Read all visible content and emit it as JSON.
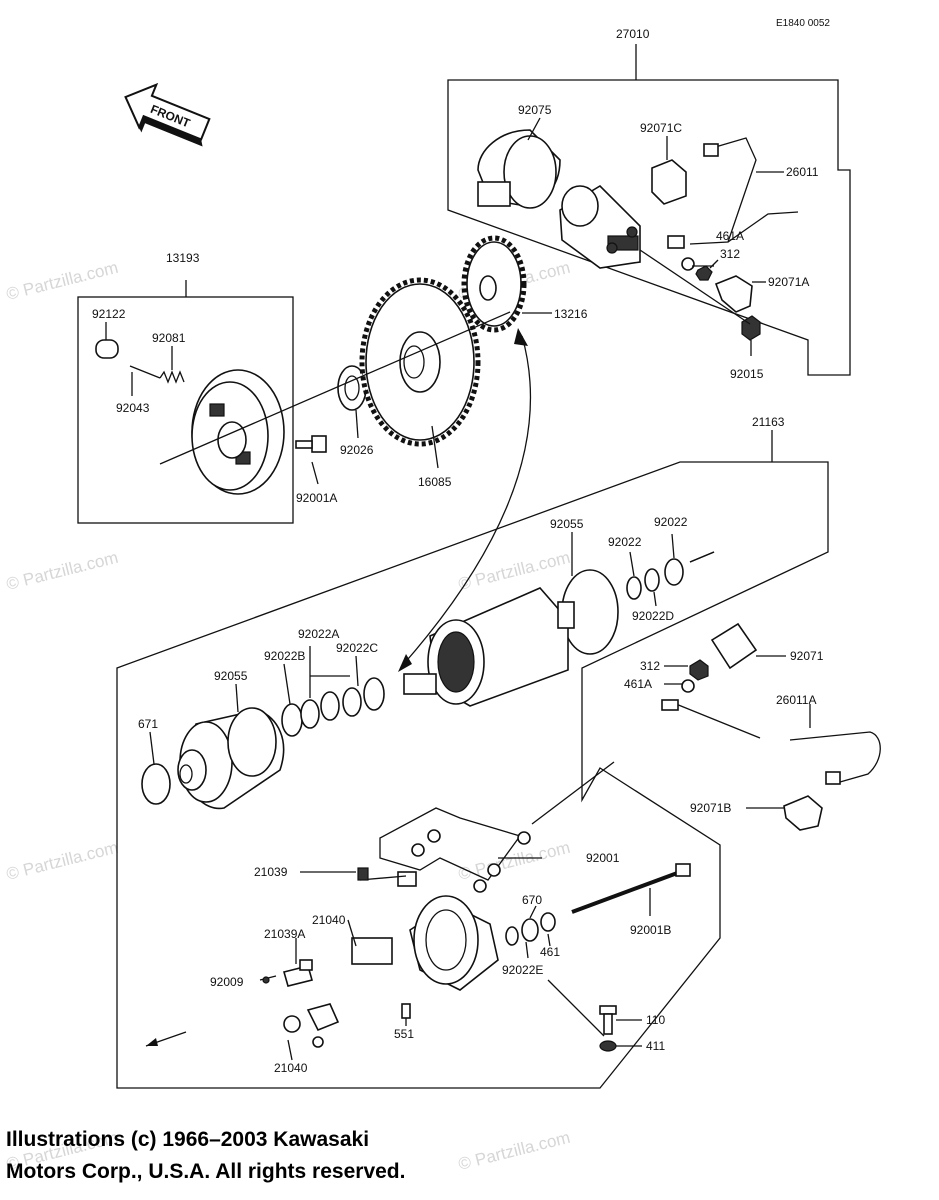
{
  "diagram_code": "E1840 0052",
  "front_label": "FRONT",
  "watermark": "© Partzilla.com",
  "copyright": {
    "line1": "Illustrations (c) 1966–2003 Kawasaki",
    "line2": "Motors Corp., U.S.A.  All rights reserved."
  },
  "part_labels": {
    "p27010": "27010",
    "p92075": "92075",
    "p92071C": "92071C",
    "p26011": "26011",
    "p461A_top": "461A",
    "p312_top": "312",
    "p92071A": "92071A",
    "p92015": "92015",
    "p13193": "13193",
    "p13216": "13216",
    "p92122": "92122",
    "p92081": "92081",
    "p92043": "92043",
    "p92026": "92026",
    "p16085": "16085",
    "p92001A": "92001A",
    "p21163": "21163",
    "p92055_top": "92055",
    "p92022_a": "92022",
    "p92022_b": "92022",
    "p92022D": "92022D",
    "p92022A": "92022A",
    "p92022B": "92022B",
    "p92022C": "92022C",
    "p92055_left": "92055",
    "p671": "671",
    "p92071": "92071",
    "p312_mid": "312",
    "p461A_mid": "461A",
    "p26011A": "26011A",
    "p92071B": "92071B",
    "p92001": "92001",
    "p21039": "21039",
    "p21040_top": "21040",
    "p21039A": "21039A",
    "p92009": "92009",
    "p670": "670",
    "p461": "461",
    "p92022E": "92022E",
    "p92001B": "92001B",
    "p551": "551",
    "p110": "110",
    "p411": "411",
    "p21040_bot": "21040"
  }
}
